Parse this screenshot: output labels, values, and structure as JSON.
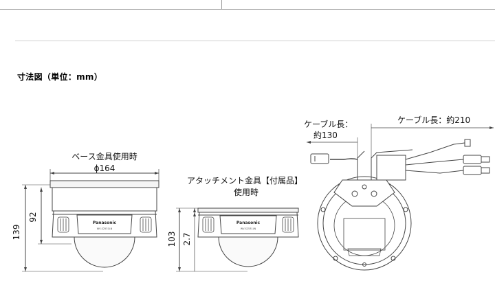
{
  "section_title": "寸法図（単位：mm）",
  "views": {
    "base": {
      "caption": "ベース金具使用時",
      "diameter_label": "ϕ164",
      "dim_total": "139",
      "dim_body": "92",
      "brand": "Panasonic",
      "model": "WV-S2531LN"
    },
    "attachment": {
      "caption_line1": "アタッチメント金具【付属品】",
      "caption_line2": "使用時",
      "dim_total": "103",
      "dim_body": "2.7",
      "brand": "Panasonic",
      "model": "WV-S2531LN"
    },
    "rear": {
      "cable_left_line1": "ケーブル長：",
      "cable_left_line2": "約130",
      "cable_right": "ケーブル長：約210"
    }
  }
}
